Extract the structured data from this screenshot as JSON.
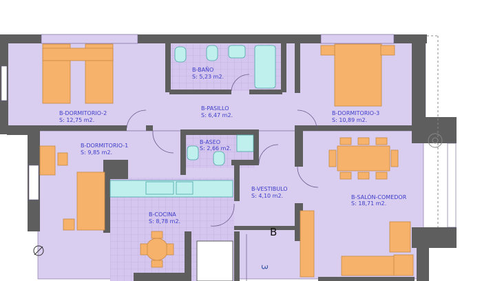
{
  "rooms": {
    "dormitorio2": {
      "name": "B-DORMITORIO-2",
      "area": "S:  12,75  m2."
    },
    "bano": {
      "name": "B-BAÑO",
      "area": "S:  5,23  m2."
    },
    "dormitorio3": {
      "name": "B-DORMITORIO-3",
      "area": "S:  10,89  m2."
    },
    "pasillo": {
      "name": "B-PASILLO",
      "area": "S:  6,47  m2."
    },
    "dormitorio1": {
      "name": "B-DORMITORIO-1",
      "area": "S:  9,85  m2."
    },
    "aseo": {
      "name": "B-ASEO",
      "area": "S:  2,66  m2."
    },
    "vestibulo": {
      "name": "B-VESTIBULO",
      "area": "S:  4,10  m2."
    },
    "salon": {
      "name": "B-SALÓN-COMEDOR",
      "area": "S:  18,71  m2."
    },
    "cocina": {
      "name": "B-COCINA",
      "area": "S:  8,78  m2."
    }
  },
  "markers": {
    "unit_letter": "B",
    "stair_number": "3"
  },
  "colors": {
    "room_fill": "#d9cdf0",
    "furniture": "#f6b26b",
    "fixture": "#bff0ee",
    "wall": "#5e5e5e"
  }
}
